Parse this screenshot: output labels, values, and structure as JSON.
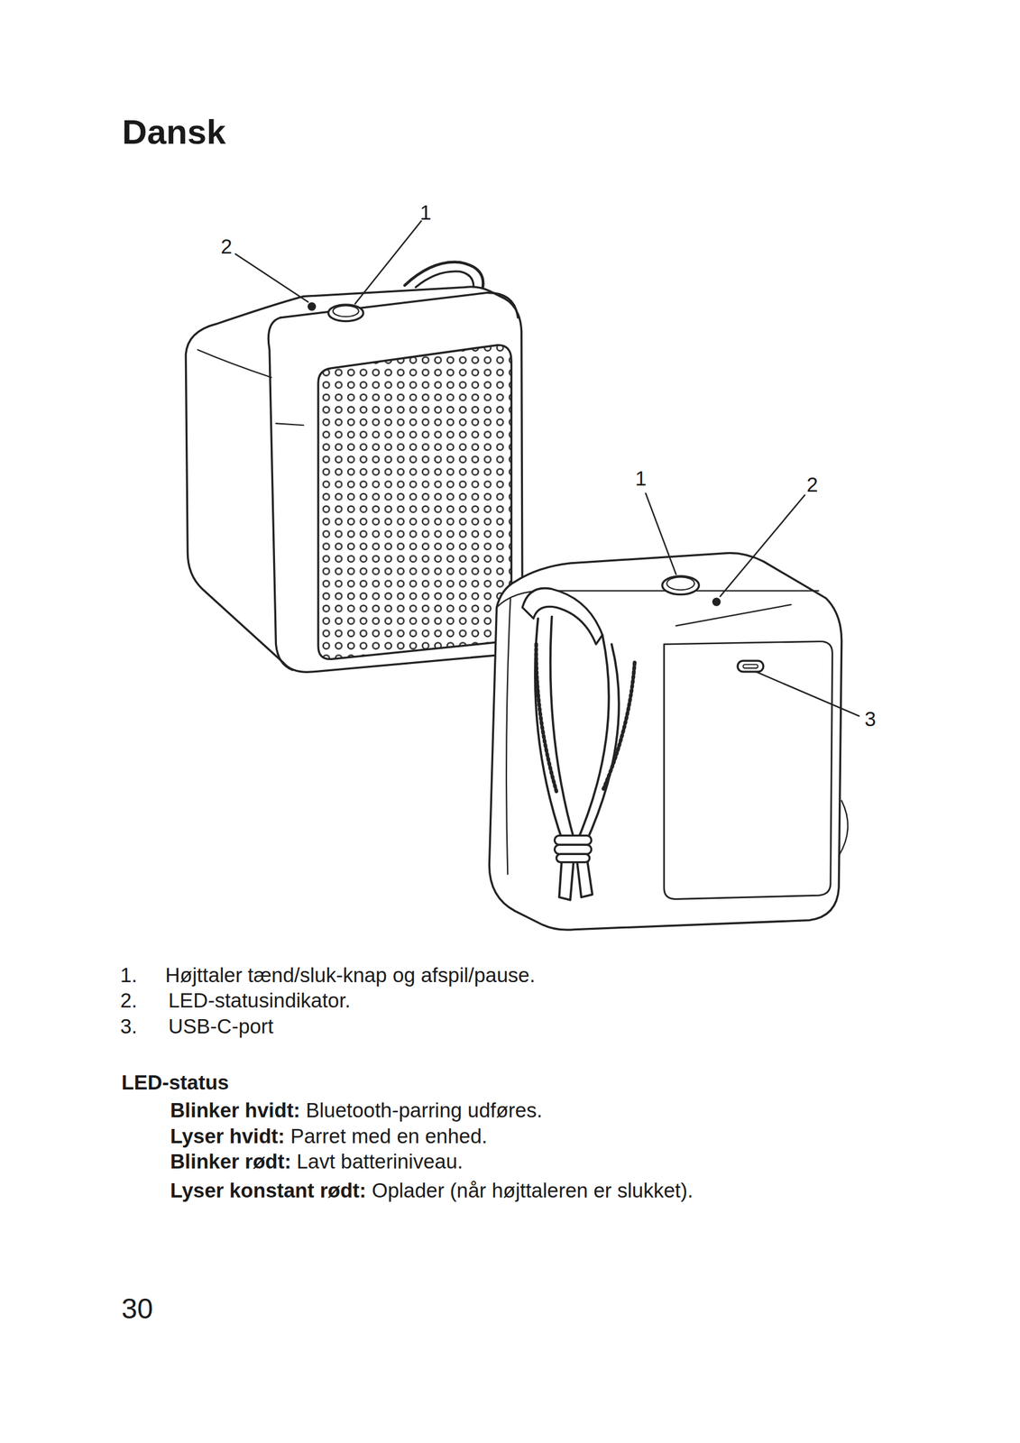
{
  "diagram": {
    "title": "Dansk",
    "labels": [
      "1",
      "2",
      "1",
      "2",
      "3",
      "1.",
      "Højttaler tænd/sluk-knap og afspil/pause.",
      "2.",
      "LED-statusindikator.",
      "3.",
      "USB-C-port",
      "LED-status",
      "Blinker hvidt:",
      "Bluetooth-parring udføres.",
      "Lyser hvidt:",
      "Parret med en enhed.",
      "Blinker rødt:",
      "Lavt batteriniveau.",
      "Lyser konstant rødt:",
      "Oplader (når højttaleren er slukket).",
      "30"
    ]
  }
}
